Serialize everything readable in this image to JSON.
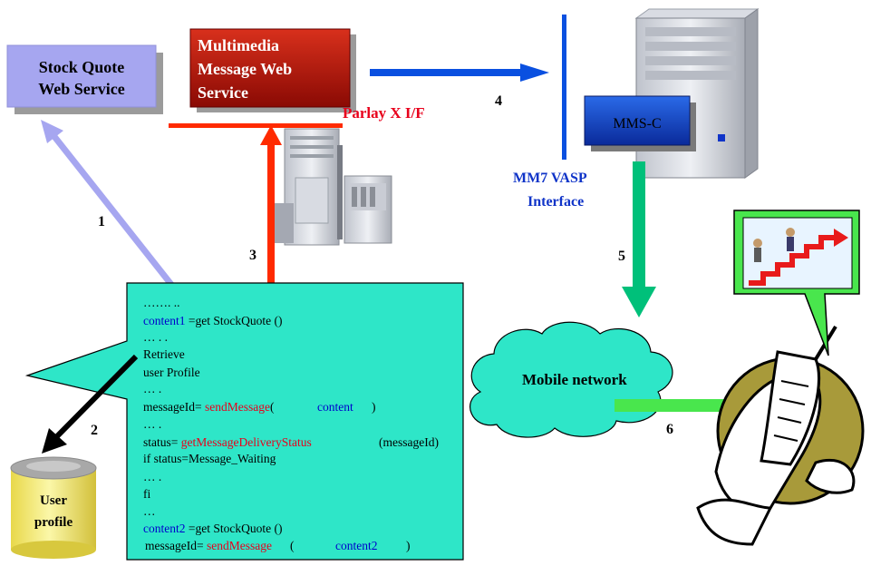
{
  "colors": {
    "stock_box": "#a6a6f0",
    "stock_shadow": "#9b9b9b",
    "mmws_box": "#c0180c",
    "parlay_text": "#e8001c",
    "parlay_line": "#ff2a00",
    "vasp_blue": "#0a50e0",
    "teal": "#00c07a",
    "code_bubble": "#2ee6c8",
    "arrow_green": "#49e64d",
    "code_blue": "#0000cc",
    "code_red": "#e8001c"
  },
  "labels": {
    "stock_title": [
      "Stock Quote",
      "Web Service"
    ],
    "mmws_title": [
      "Multimedia",
      "Message Web",
      "Service"
    ],
    "parlay": "Parlay X I/F",
    "mmsc": "MMS-C",
    "vasp": [
      "MM7 VASP",
      "Interface"
    ],
    "mobile_network": "Mobile network",
    "user_profile": [
      "User",
      "profile"
    ],
    "steps": [
      "1",
      "2",
      "3",
      "4",
      "5",
      "6"
    ]
  },
  "code": {
    "line1": "……. ..",
    "l2_var": "content1",
    "l2_rest": " =get StockQuote ()",
    "line3": "… . .",
    "line4": "Retrieve",
    "line5": "user Profile",
    "line6": "… .",
    "l7_a": "messageId= ",
    "l7_fn": "sendMessage",
    "l7_b": "(",
    "l7_arg": "content",
    "l7_c": ")",
    "line8": "… .",
    "l9_a": "status= ",
    "l9_fn": "getMessageDeliveryStatus",
    "l9_arg": "(messageId)",
    "line10": "if status=Message_Waiting",
    "line11": "… .",
    "line12": "fi",
    "line13": "…",
    "l14_var": "content2",
    "l14_rest": " =get StockQuote ()",
    "l15_a": "messageId= ",
    "l15_fn": "sendMessage",
    "l15_b": "(",
    "l15_arg": "content2",
    "l15_c": ")"
  }
}
